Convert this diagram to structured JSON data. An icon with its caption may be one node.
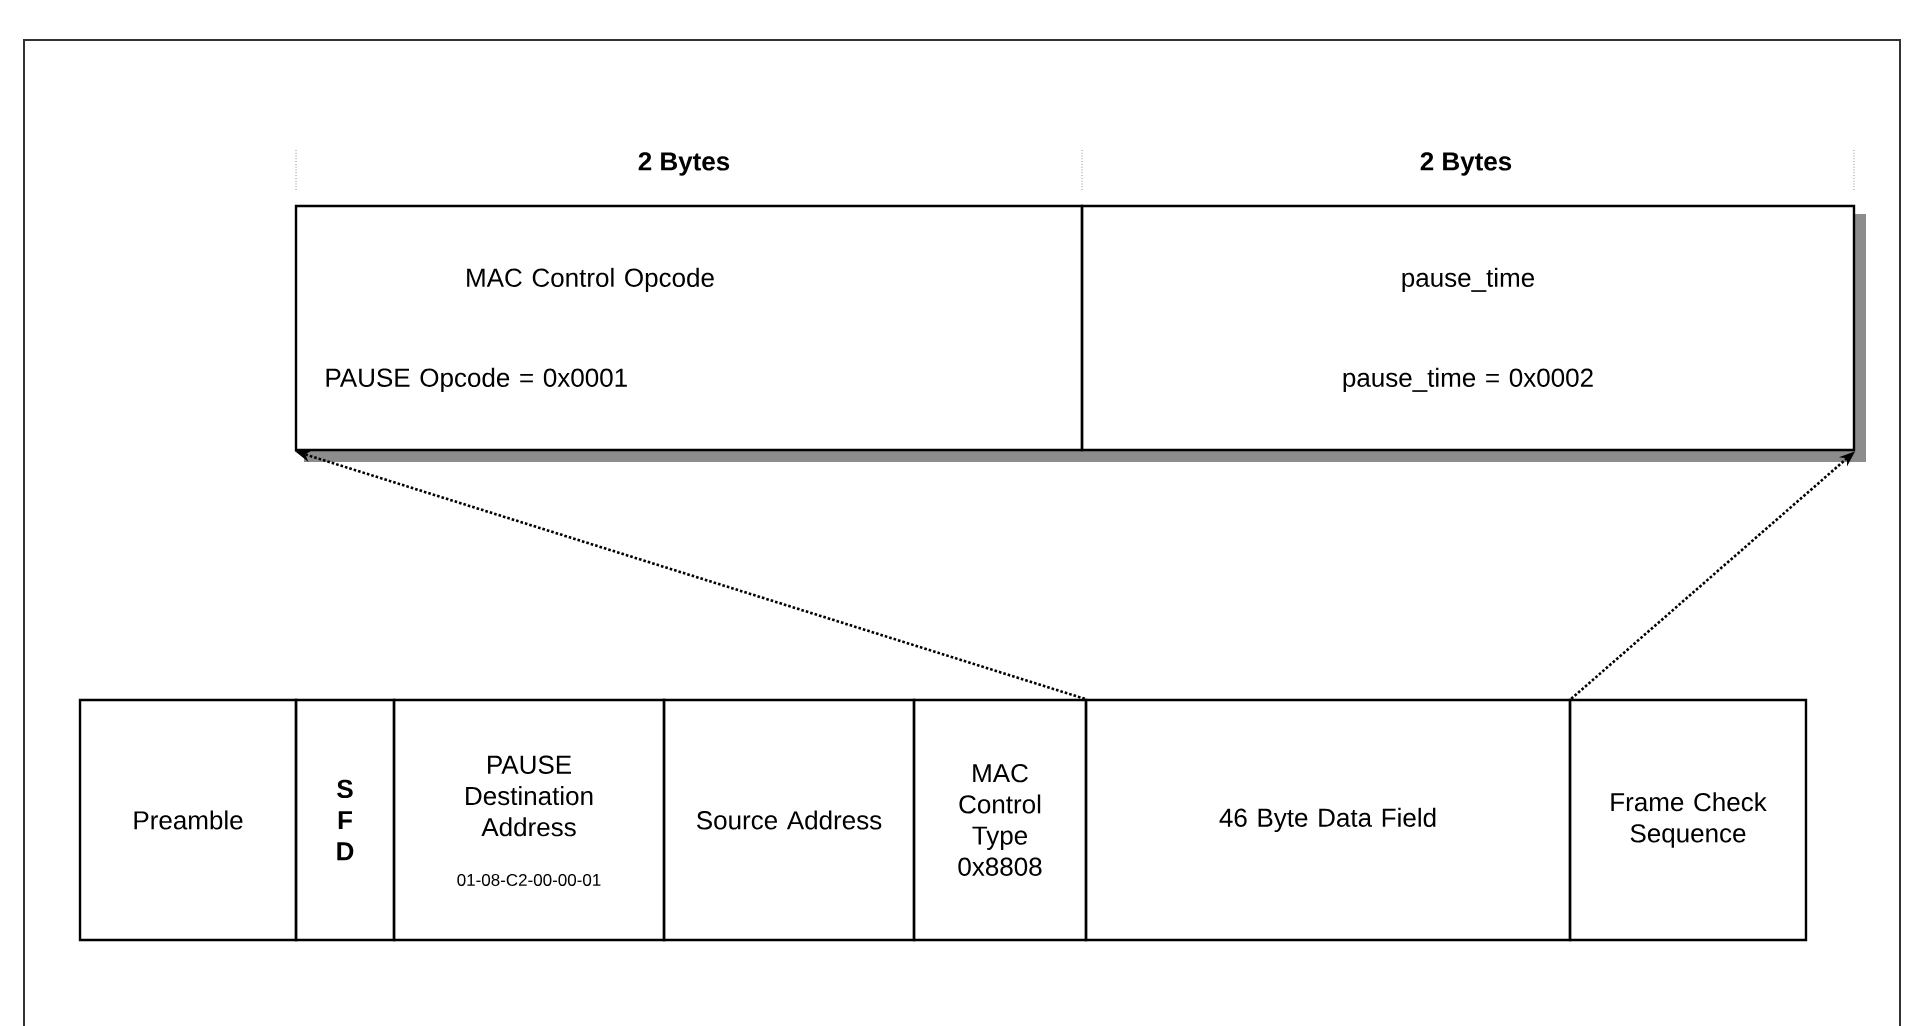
{
  "diagram": {
    "nodes": [
      {
        "text": [
          "MAC Control Opcode",
          "PAUSE Opcode = 0x0001"
        ]
      },
      {
        "text": [
          "pause_time",
          "pause_time = 0x0002"
        ]
      },
      {
        "text": [
          "Preamble"
        ]
      },
      {
        "text": [
          "S F D"
        ]
      },
      {
        "text": [
          "PAUSE Destination Address",
          "01-08-C2-00-00-01"
        ]
      },
      {
        "text": [
          "Source Address"
        ]
      },
      {
        "text": [
          "MAC Control Type 0x8808"
        ]
      },
      {
        "text": [
          "46 Byte Data Field"
        ]
      },
      {
        "text": [
          "Frame Check Sequence"
        ]
      }
    ],
    "edges": [
      {
        "from": 7,
        "to": 0,
        "arrow": "to",
        "style": "dashed"
      },
      {
        "from": 7,
        "to": 1,
        "arrow": "to",
        "style": "dashed"
      }
    ],
    "labels": [
      "2 Bytes",
      "2 Bytes"
    ]
  }
}
